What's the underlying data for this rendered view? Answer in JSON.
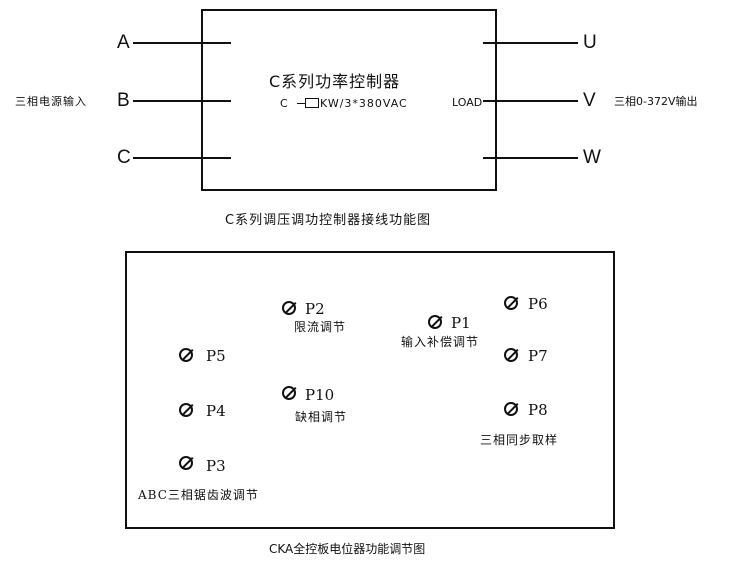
{
  "wiring": {
    "module_title": "C系列功率控制器",
    "model_prefix": "C",
    "model_suffix": "KW/3*380VAC",
    "load_label": "LOAD",
    "input_label": "三相电源输入",
    "output_label": "三相0-372V输出",
    "inputs": [
      "A",
      "B",
      "C"
    ],
    "outputs": [
      "U",
      "V",
      "W"
    ],
    "caption": "C系列调压调功控制器接线功能图"
  },
  "board": {
    "caption": "CKA全控板电位器功能调节图",
    "pots": {
      "p1": {
        "label": "P1",
        "desc": "输入补偿调节"
      },
      "p2": {
        "label": "P2",
        "desc": "限流调节"
      },
      "p3": {
        "label": "P3",
        "desc": "ABC三相锯齿波调节"
      },
      "p4": {
        "label": "P4"
      },
      "p5": {
        "label": "P5"
      },
      "p6": {
        "label": "P6"
      },
      "p7": {
        "label": "P7"
      },
      "p8": {
        "label": "P8",
        "desc": "三相同步取样"
      },
      "p10": {
        "label": "P10",
        "desc": "缺相调节"
      }
    }
  }
}
